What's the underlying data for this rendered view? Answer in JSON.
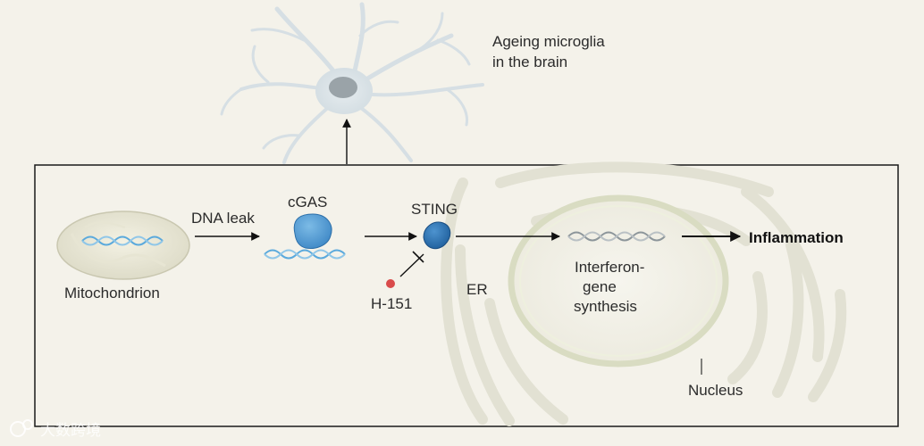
{
  "title_microglia": [
    "Ageing microglia",
    "in the brain"
  ],
  "labels": {
    "mitochondrion": "Mitochondrion",
    "dna_leak": "DNA leak",
    "cgas": "cGAS",
    "sting": "STING",
    "h151": "H-151",
    "er": "ER",
    "interferon": [
      "Interferon-",
      "gene",
      "synthesis"
    ],
    "inflammation": "Inflammation",
    "nucleus": "Nucleus"
  },
  "watermark": "大数跨境",
  "colors": {
    "background": "#f4f2ea",
    "box_border": "#1a1a1a",
    "membrane": "#e2e1d3",
    "blue_protein": "#4e9bd4",
    "sting_blue": "#2f78b8",
    "dna_blue": "#5aa9dc",
    "inhibitor_red": "#d94b4b"
  },
  "icons": [
    "microglia-cell-icon",
    "mitochondrion-icon",
    "cgas-protein-icon",
    "sting-protein-icon",
    "dna-helix-icon",
    "nucleus-icon",
    "er-membrane-icon",
    "inhibitor-dot-icon"
  ]
}
